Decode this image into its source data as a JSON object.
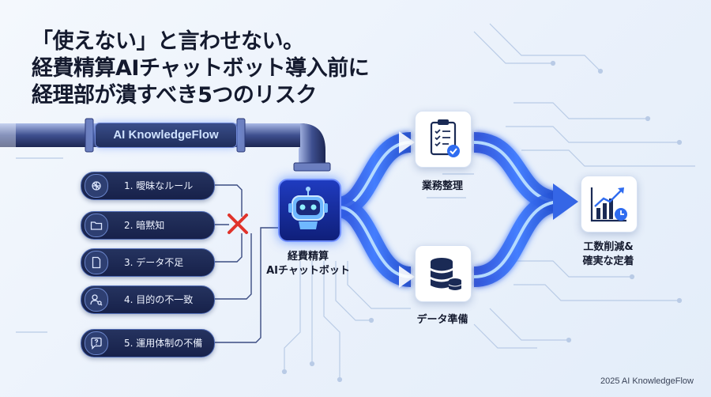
{
  "title": {
    "lines": [
      "「使えない」と言わせない。",
      "経費精算AIチャットボット導入前に",
      "経理部が潰すべき5つのリスク"
    ]
  },
  "pipe": {
    "label": "AI KnowledgeFlow"
  },
  "risks": [
    {
      "label": "1. 曖昧なルール",
      "icon": "ai-swirl-icon"
    },
    {
      "label": "2. 暗黙知",
      "icon": "folder-icon"
    },
    {
      "label": "3. データ不足",
      "icon": "document-icon"
    },
    {
      "label": "4. 目的の不一致",
      "icon": "user-search-icon"
    },
    {
      "label": "5. 運用体制の不備",
      "icon": "question-icon"
    }
  ],
  "blocked_marker": {
    "icon": "red-x-icon"
  },
  "central": {
    "line1": "経費精算",
    "line2": "AIチャットボット",
    "icon": "robot-icon"
  },
  "upper_branch": {
    "label": "業務整理",
    "icon": "clipboard-checklist-icon"
  },
  "lower_branch": {
    "label": "データ準備",
    "icon": "database-icon"
  },
  "outcome": {
    "line1": "工数削減&",
    "line2": "確実な定着",
    "icon": "chart-growth-icon"
  },
  "footer": {
    "text": "2025 AI KnowledgeFlow"
  },
  "colors": {
    "navy": "#17214a",
    "glow_blue": "#3f7bff",
    "flow_light": "#a8d4ff",
    "x_red": "#e0332b"
  }
}
